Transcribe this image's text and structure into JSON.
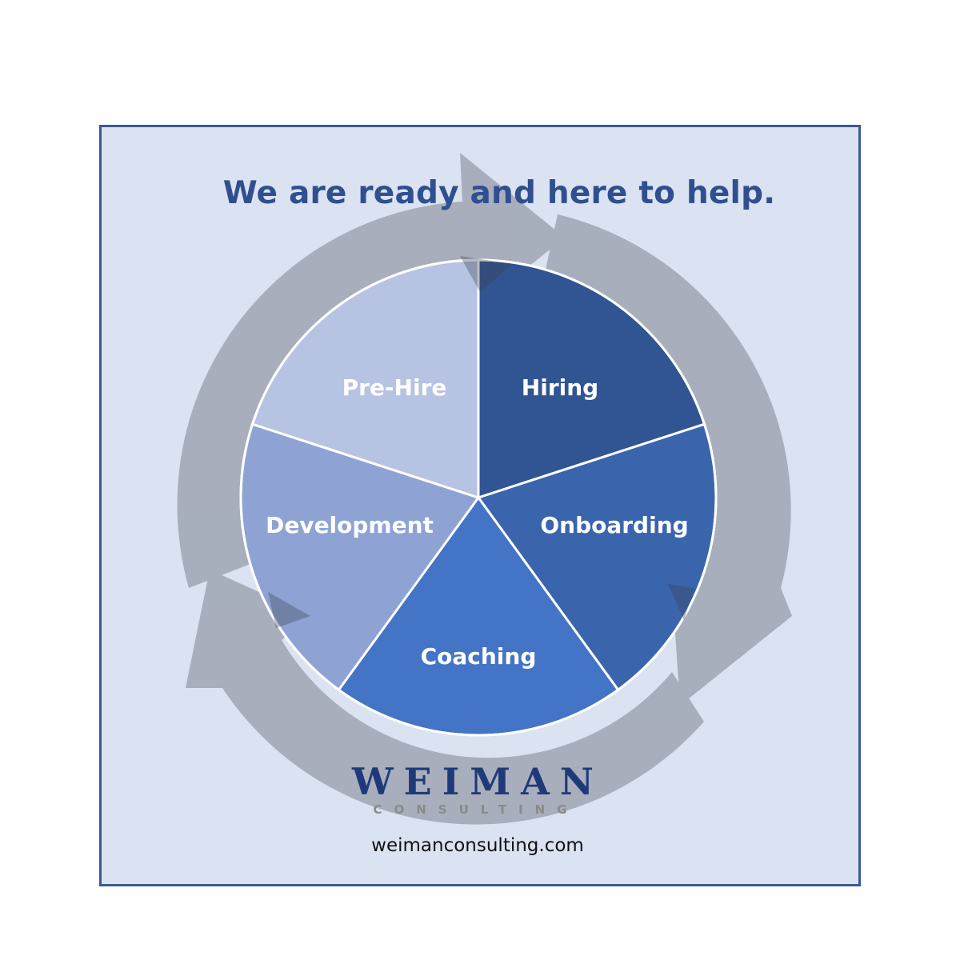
{
  "headline": "We are ready and here to help.",
  "cycle": {
    "segments": [
      {
        "label": "Hiring",
        "color": "#315492"
      },
      {
        "label": "Onboarding",
        "color": "#3a65ad"
      },
      {
        "label": "Coaching",
        "color": "#4374c6"
      },
      {
        "label": "Development",
        "color": "#8ea3d4"
      },
      {
        "label": "Pre-Hire",
        "color": "#b6c3e2"
      }
    ],
    "arrow_color": "#9ba2ae"
  },
  "logo": {
    "name": "WEIMAN",
    "tagline": "CONSULTING"
  },
  "website": "weimanconsulting.com",
  "colors": {
    "frame": "#3b5a96",
    "panel": "#dbe3f2",
    "headline": "#2f4f8f",
    "logo_name": "#1f3a78",
    "logo_tagline": "#8a8a8a"
  }
}
